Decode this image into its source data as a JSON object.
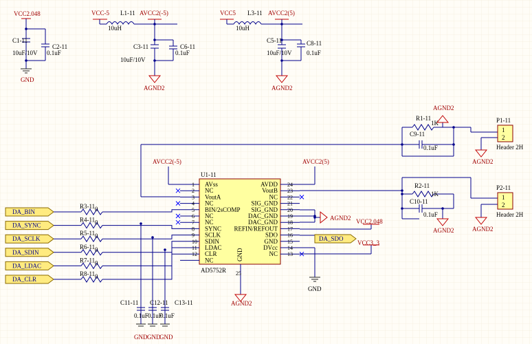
{
  "top_section": {
    "left": {
      "net": "VCC2.048",
      "cap1": "C1-11",
      "cap1_val": "10uF/10V",
      "cap2": "C2-11",
      "cap2_val": "0.1uF",
      "gnd": "GND"
    },
    "mid": {
      "src": "VCC-5",
      "ind": "L1-11",
      "ind_val": "10uH",
      "net": "AVCC2(-5)",
      "cap1": "C3-11",
      "cap1_val": "10uF/10V",
      "cap2": "C6-11",
      "cap2_val": "0.1uF",
      "gnd": "AGND2"
    },
    "right": {
      "src": "VCC5",
      "ind": "L3-11",
      "ind_val": "10uH",
      "net": "AVCC2(5)",
      "cap1": "C5-11",
      "cap1_val": "10uF/10V",
      "cap2": "C8-11",
      "cap2_val": "0.1uF",
      "gnd": "AGND2"
    }
  },
  "chip": {
    "ref": "U1-11",
    "part": "AD5752R",
    "gnd_label": "GND",
    "bottom_pin": "25",
    "supply_left": "AVCC2(-5)",
    "supply_right": "AVCC2(5)",
    "left_pins": [
      {
        "num": "1",
        "name": "AVss"
      },
      {
        "num": "2",
        "name": "NC"
      },
      {
        "num": "3",
        "name": "VoutA"
      },
      {
        "num": "4",
        "name": "NC"
      },
      {
        "num": "5",
        "name": "BIN/2sCOMP"
      },
      {
        "num": "6",
        "name": "NC"
      },
      {
        "num": "7",
        "name": "NC"
      },
      {
        "num": "8",
        "name": "SYNC"
      },
      {
        "num": "9",
        "name": "SCLK"
      },
      {
        "num": "10",
        "name": "SDIN"
      },
      {
        "num": "11",
        "name": "LDAC"
      },
      {
        "num": "12",
        "name": "CLR"
      },
      {
        "num": "",
        "name": "NC"
      }
    ],
    "right_pins": [
      {
        "num": "24",
        "name": "AVDD"
      },
      {
        "num": "23",
        "name": "VoutB"
      },
      {
        "num": "22",
        "name": "NC"
      },
      {
        "num": "21",
        "name": "SIG_GND"
      },
      {
        "num": "20",
        "name": "SIG_GND"
      },
      {
        "num": "19",
        "name": "DAC_GND"
      },
      {
        "num": "18",
        "name": "DAC_GND"
      },
      {
        "num": "17",
        "name": "REFIN/REFOUT"
      },
      {
        "num": "16",
        "name": "SDO"
      },
      {
        "num": "15",
        "name": "GND"
      },
      {
        "num": "14",
        "name": "DVcc"
      },
      {
        "num": "13",
        "name": "NC"
      }
    ]
  },
  "ports": [
    "DA_BIN",
    "DA_SYNC",
    "DA_SCLK",
    "DA_SDIN",
    "DA_LDAC",
    "DA_CLR"
  ],
  "resistors": [
    {
      "ref": "R3-11",
      "val": "0"
    },
    {
      "ref": "R4-11",
      "val": "0"
    },
    {
      "ref": "R5-11",
      "val": "0"
    },
    {
      "ref": "R6-11",
      "val": "0"
    },
    {
      "ref": "R7-11",
      "val": "0"
    },
    {
      "ref": "R8-11",
      "val": "0"
    }
  ],
  "bottom_caps": {
    "c11": "C11-11",
    "c12": "C12-11",
    "c13": "C13-11",
    "c11_val": "0.1uF",
    "c12_val": "0.1uF",
    "c13_val": "0.1uF",
    "gnd1": "GND",
    "gnd2": "GND",
    "gnd3": "GND"
  },
  "right_section": {
    "agnd_top": "AGND2",
    "r1": "R1-11",
    "r1_val": "1K",
    "c9": "C9-11",
    "c9_val": "0.1uF",
    "p1": "P1-11",
    "p1_name": "Header 2H",
    "p1_pin1": "1",
    "p1_pin2": "2",
    "p1_gnd": "AGND2",
    "r2": "R2-11",
    "r2_val": "1K",
    "c10": "C10-11",
    "c10_val": "0.1uF",
    "c10_gnd": "AGND2",
    "p2": "P2-11",
    "p2_name": "Header 2H",
    "p2_pin1": "1",
    "p2_pin2": "2",
    "p2_gnd": "AGND2"
  },
  "misc": {
    "agnd_sig": "AGND2",
    "vcc_sdo": "VCC2.048",
    "da_sdo": "DA_SDO",
    "vcc33": "VCC3_3",
    "gnd_right": "GND",
    "agnd_chip": "AGND2"
  },
  "colors": {
    "wire": "#00008b",
    "power": "#c00000",
    "chip_fill": "#ffffa0",
    "port_fill": "#ffeb80",
    "background": "#fffdf7"
  }
}
